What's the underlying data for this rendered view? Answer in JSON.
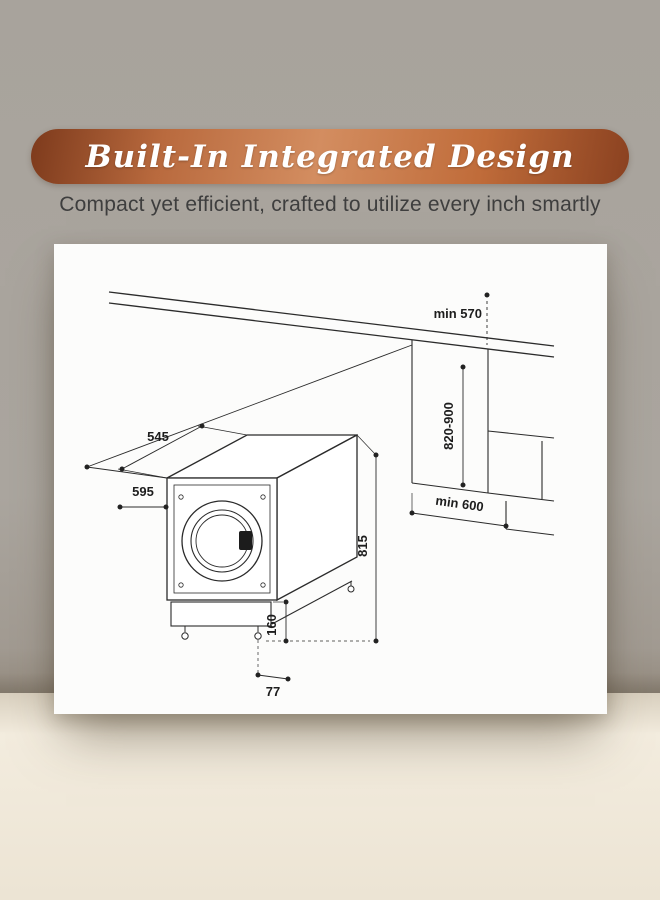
{
  "banner": {
    "title": "Built-In Integrated Design"
  },
  "subtitle": "Compact yet efficient, crafted to utilize every inch smartly",
  "diagram": {
    "dimensions": {
      "min_top_depth": "min 570",
      "niche_height": "820-900",
      "depth_top": "545",
      "width_front": "595",
      "body_height": "815",
      "min_floor_depth": "min 600",
      "plinth_height": "160",
      "foot_offset": "77"
    }
  },
  "colors": {
    "banner_gradient_start": "#7d3a1c",
    "banner_gradient_mid": "#d38d60",
    "banner_gradient_end": "#8a4120",
    "banner_text": "#ffffff",
    "background_wall": "#a8a39c",
    "background_surface": "#f2ebdd",
    "panel": "#fcfcfb",
    "line": "#2b2b2b",
    "subtitle_text": "#3e3e3e"
  }
}
